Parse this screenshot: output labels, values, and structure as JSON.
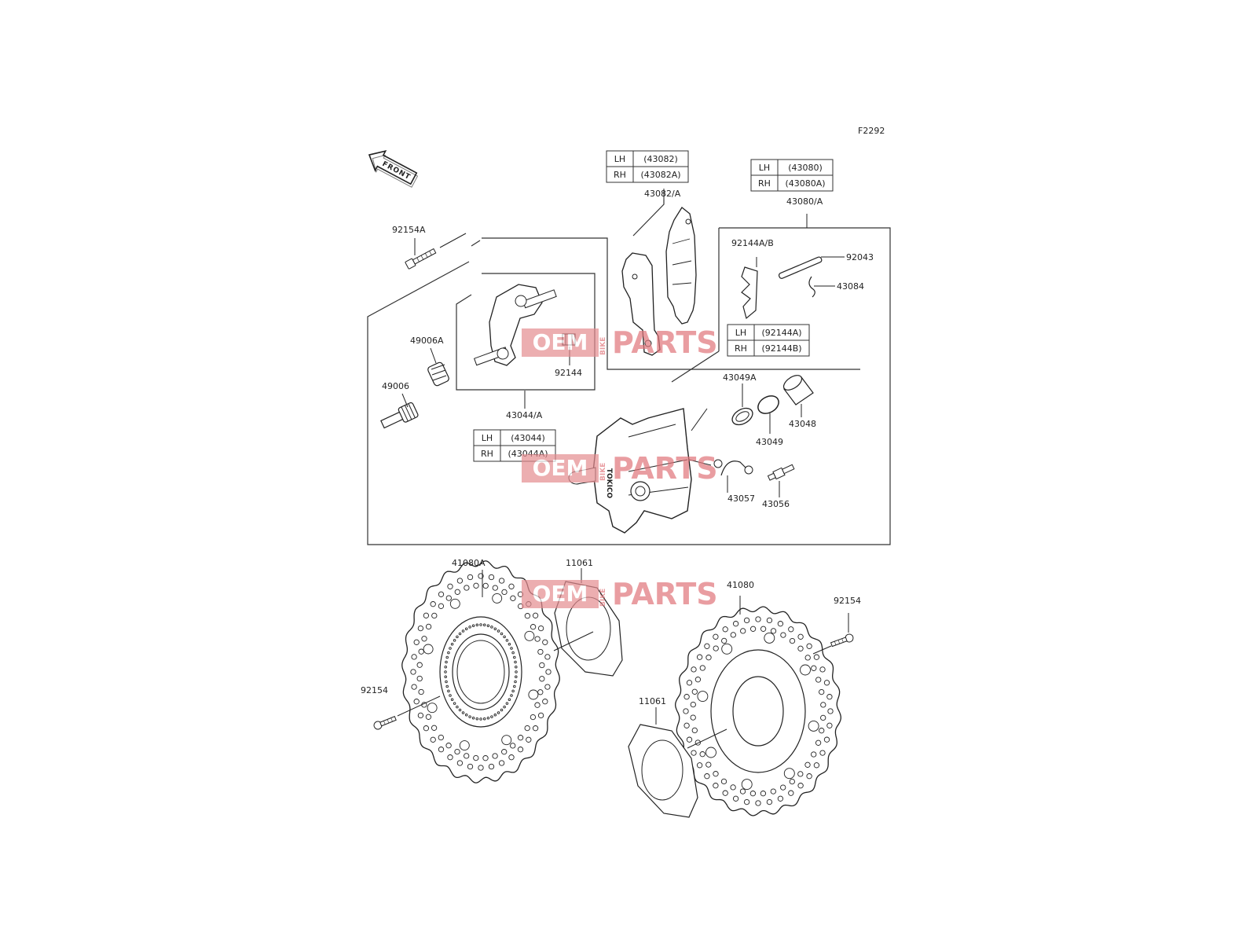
{
  "figure_code": "F2292",
  "front_label": "FRONT",
  "watermark": {
    "word1": "OEM",
    "bike": "BIKE",
    "word2": "PARTS",
    "color": "#e0757a"
  },
  "colors": {
    "line": "#222222",
    "box": "#333333",
    "accent": "#c62828"
  },
  "parts": {
    "p92154A": "92154A",
    "p49006A": "49006A",
    "p49006": "49006",
    "p92144": "92144",
    "p43044A": "43044/A",
    "p43082A": "43082/A",
    "p43080A": "43080/A",
    "p92144AB": "92144A/B",
    "p92043": "92043",
    "p43084": "43084",
    "p43049A": "43049A",
    "p43049": "43049",
    "p43048": "43048",
    "p43057": "43057",
    "p43056": "43056",
    "p41080A": "41080A",
    "p11061a": "11061",
    "p41080": "41080",
    "p92154a": "92154",
    "p11061b": "11061",
    "p92154b": "92154"
  },
  "tables": {
    "pads": {
      "rows": [
        {
          "side": "LH",
          "code": "(43082)"
        },
        {
          "side": "RH",
          "code": "(43082A)"
        }
      ]
    },
    "caliper_assy": {
      "rows": [
        {
          "side": "LH",
          "code": "(43080)"
        },
        {
          "side": "RH",
          "code": "(43080A)"
        }
      ]
    },
    "bracket": {
      "rows": [
        {
          "side": "LH",
          "code": "(43044)"
        },
        {
          "side": "RH",
          "code": "(43044A)"
        }
      ]
    },
    "spring": {
      "rows": [
        {
          "side": "LH",
          "code": "(92144A)"
        },
        {
          "side": "RH",
          "code": "(92144B)"
        }
      ]
    }
  },
  "caliper_brand": "TOKICO"
}
